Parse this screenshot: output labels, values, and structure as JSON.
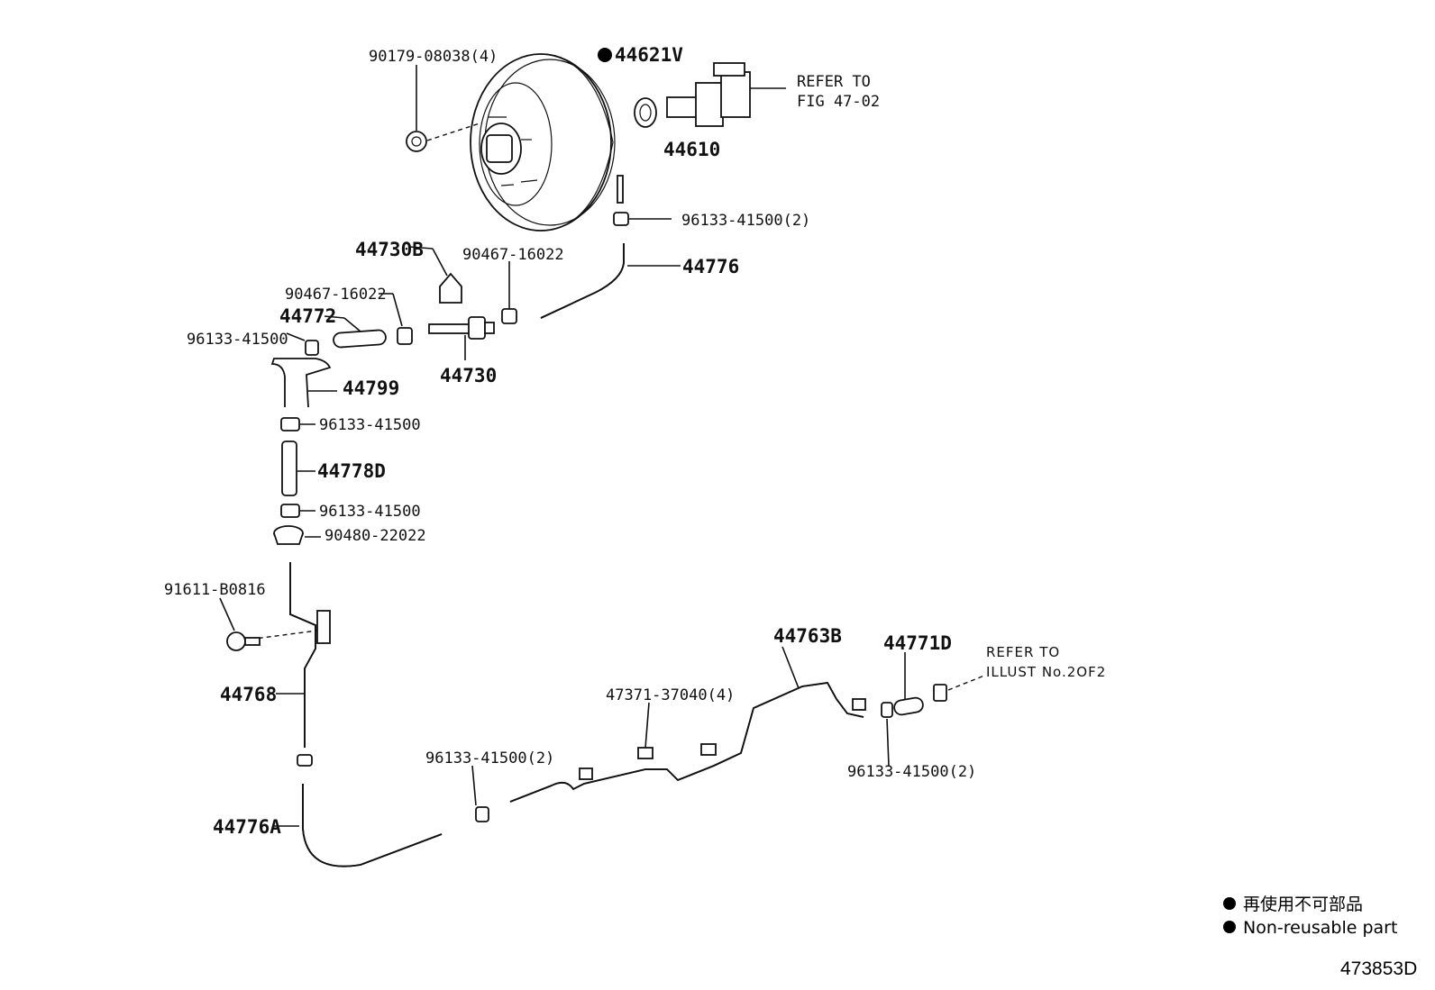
{
  "labels": {
    "bolt_top": "90179-08038(4)",
    "seal_nonreusable": "44621V",
    "refer_fig_1": "REFER TO",
    "refer_fig_2": "FIG 47-02",
    "booster": "44610",
    "clamp_top": "96133-41500(2)",
    "valve_b": "44730B",
    "clip_right": "90467-16022",
    "hose_44776": "44776",
    "clip_left": "90467-16022",
    "hose_44772": "44772",
    "clamp_left": "96133-41500",
    "valve_44730": "44730",
    "hose_44799": "44799",
    "clamp_mid1": "96133-41500",
    "hose_44778d": "44778D",
    "clamp_mid2": "96133-41500",
    "grommet": "90480-22022",
    "bolt_91611": "91611-B0816",
    "pipe_44768": "44768",
    "hose_44776a": "44776A",
    "clamp_bottom": "96133-41500(2)",
    "clamp_47371": "47371-37040(4)",
    "pipe_44763b": "44763B",
    "hose_44771d": "44771D",
    "refer_illust_1": "REFER TO",
    "refer_illust_2": "ILLUST No.2OF2",
    "clamp_right": "96133-41500(2)"
  },
  "legend": {
    "line_jp": "再使用不可部品",
    "line_en": "Non-reusable part"
  },
  "figure_id": "473853D"
}
